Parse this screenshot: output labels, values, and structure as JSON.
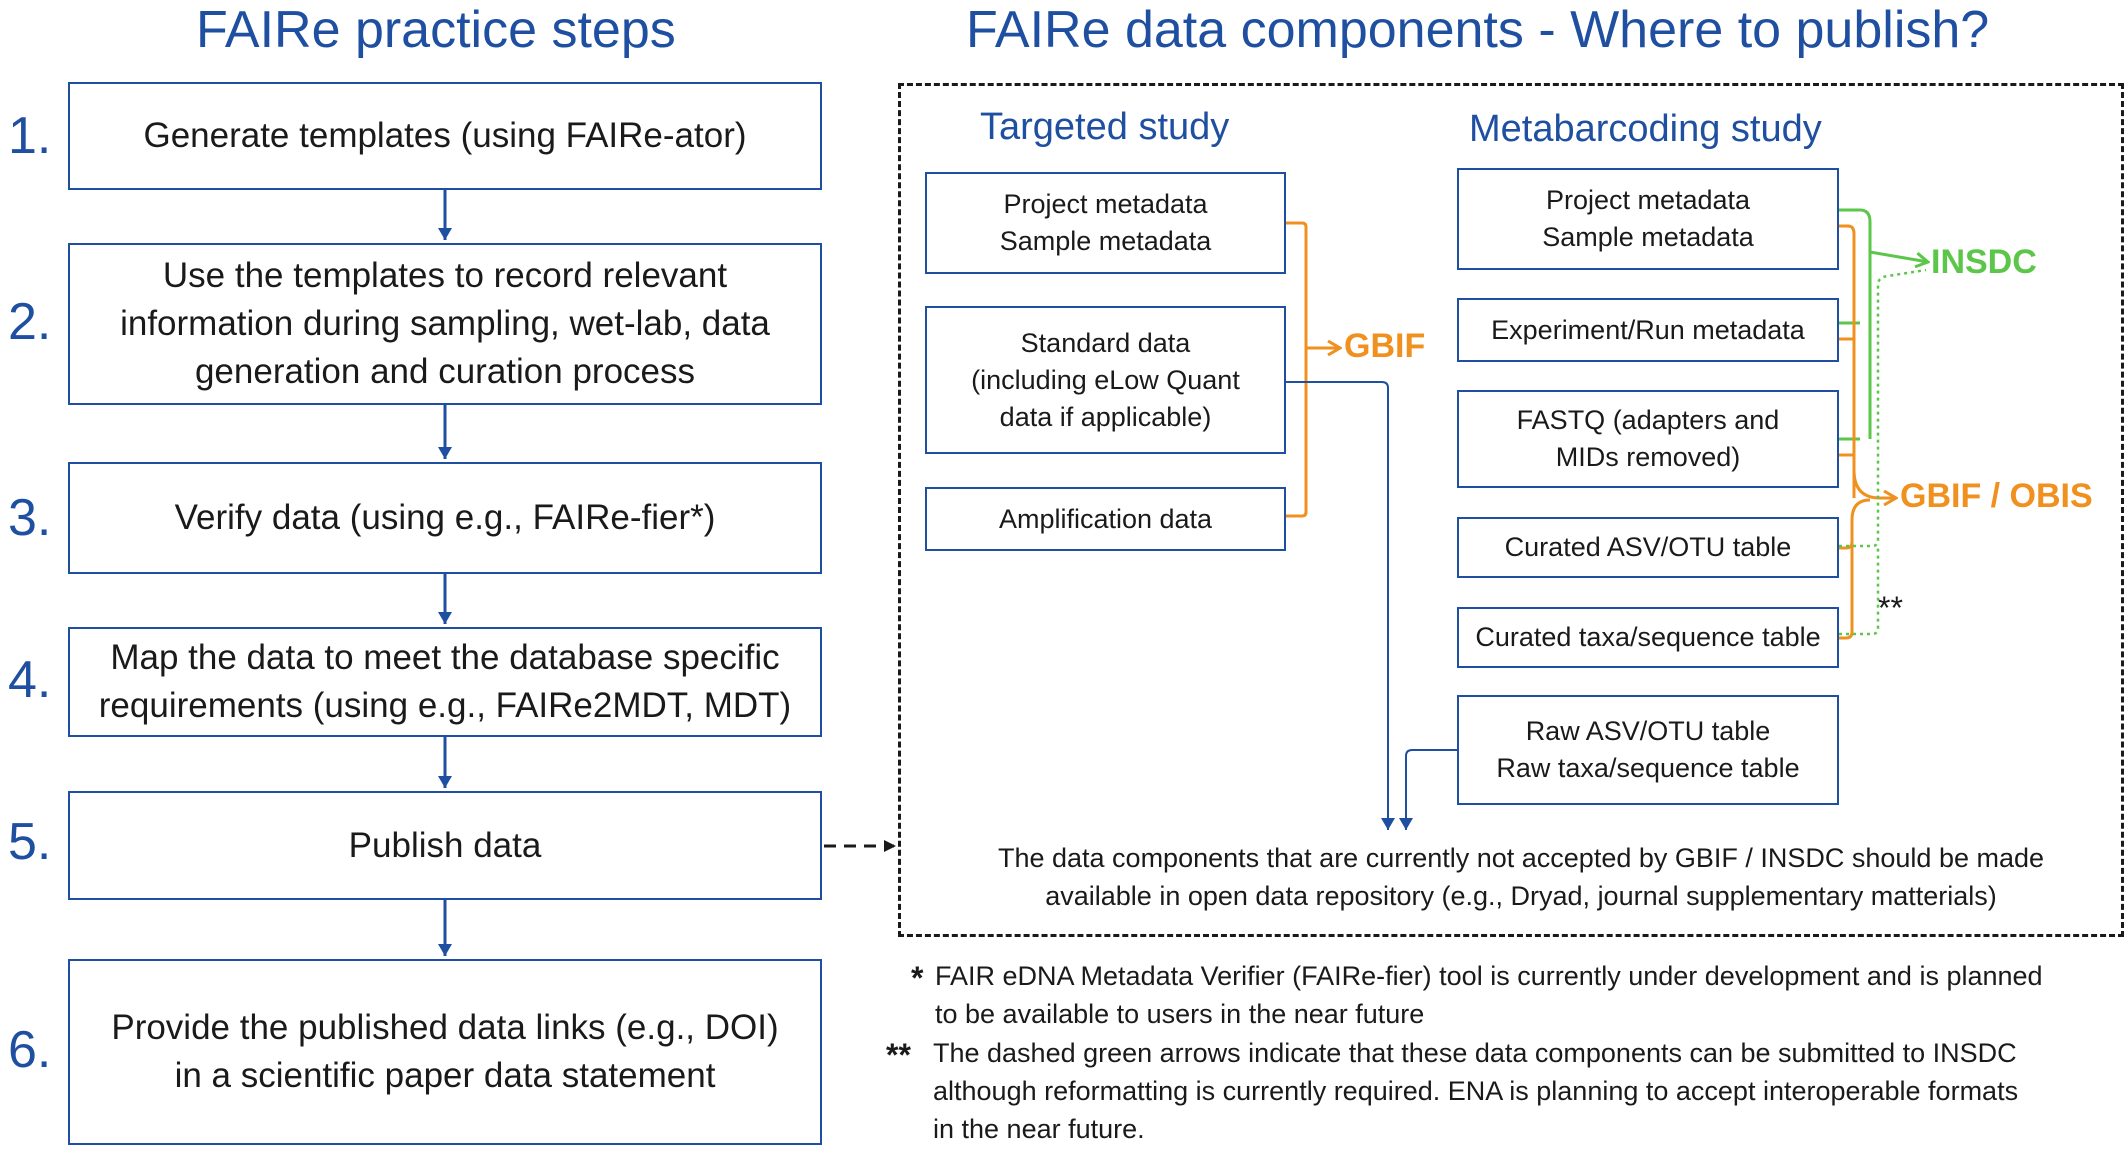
{
  "left": {
    "heading": "FAIRe practice steps",
    "steps": [
      {
        "num": "1.",
        "lines": [
          "Generate templates (using FAIRe-ator)"
        ]
      },
      {
        "num": "2.",
        "lines": [
          "Use the templates to record relevant",
          "information during sampling, wet-lab, data",
          "generation and curation process"
        ]
      },
      {
        "num": "3.",
        "lines": [
          "Verify data (using e.g., FAIRe-fier*)"
        ]
      },
      {
        "num": "4.",
        "lines": [
          "Map the data to meet the database specific",
          "requirements (using e.g., FAIRe2MDT, MDT)"
        ]
      },
      {
        "num": "5.",
        "lines": [
          "Publish data"
        ]
      },
      {
        "num": "6.",
        "lines": [
          "Provide the published data links (e.g., DOI)",
          "in a scientific paper data statement"
        ]
      }
    ]
  },
  "right": {
    "heading": "FAIRe data components - Where to publish?",
    "targeted": {
      "title": "Targeted study",
      "boxes": [
        {
          "lines": [
            "Project metadata",
            "Sample metadata"
          ]
        },
        {
          "lines": [
            "Standard data",
            "(including eLow Quant",
            "data if applicable)"
          ]
        },
        {
          "lines": [
            "Amplification data"
          ]
        }
      ]
    },
    "metabarcoding": {
      "title": "Metabarcoding study",
      "boxes": [
        {
          "lines": [
            "Project metadata",
            "Sample metadata"
          ]
        },
        {
          "lines": [
            "Experiment/Run metadata"
          ]
        },
        {
          "lines": [
            "FASTQ (adapters and",
            "MIDs removed)"
          ]
        },
        {
          "lines": [
            "Curated ASV/OTU table"
          ]
        },
        {
          "lines": [
            "Curated taxa/sequence table"
          ]
        },
        {
          "lines": [
            "Raw ASV/OTU table",
            "Raw taxa/sequence table"
          ]
        }
      ]
    },
    "targets": {
      "gbif": "GBIF",
      "insdc": "INSDC",
      "gbif_obis": "GBIF / OBIS",
      "double_star": "**"
    },
    "note_lines": [
      "The data components that are currently not accepted by GBIF / INSDC should be made",
      "available in open data repository (e.g., Dryad, journal supplementary matterials)"
    ]
  },
  "footnotes": [
    {
      "mark": "*",
      "lines": [
        "FAIR eDNA Metadata Verifier (FAIRe-fier) tool is currently under development and is planned",
        "to be available to users in the near future"
      ]
    },
    {
      "mark": "**",
      "lines": [
        "The dashed green arrows indicate that these data components can be submitted to INSDC",
        "although reformatting is currently required. ENA is planning to accept interoperable formats",
        "in the near future."
      ]
    }
  ],
  "colors": {
    "blue": "#1f4fa0",
    "orange": "#f0901e",
    "green": "#5cc64a",
    "text": "#1a1a1a"
  }
}
